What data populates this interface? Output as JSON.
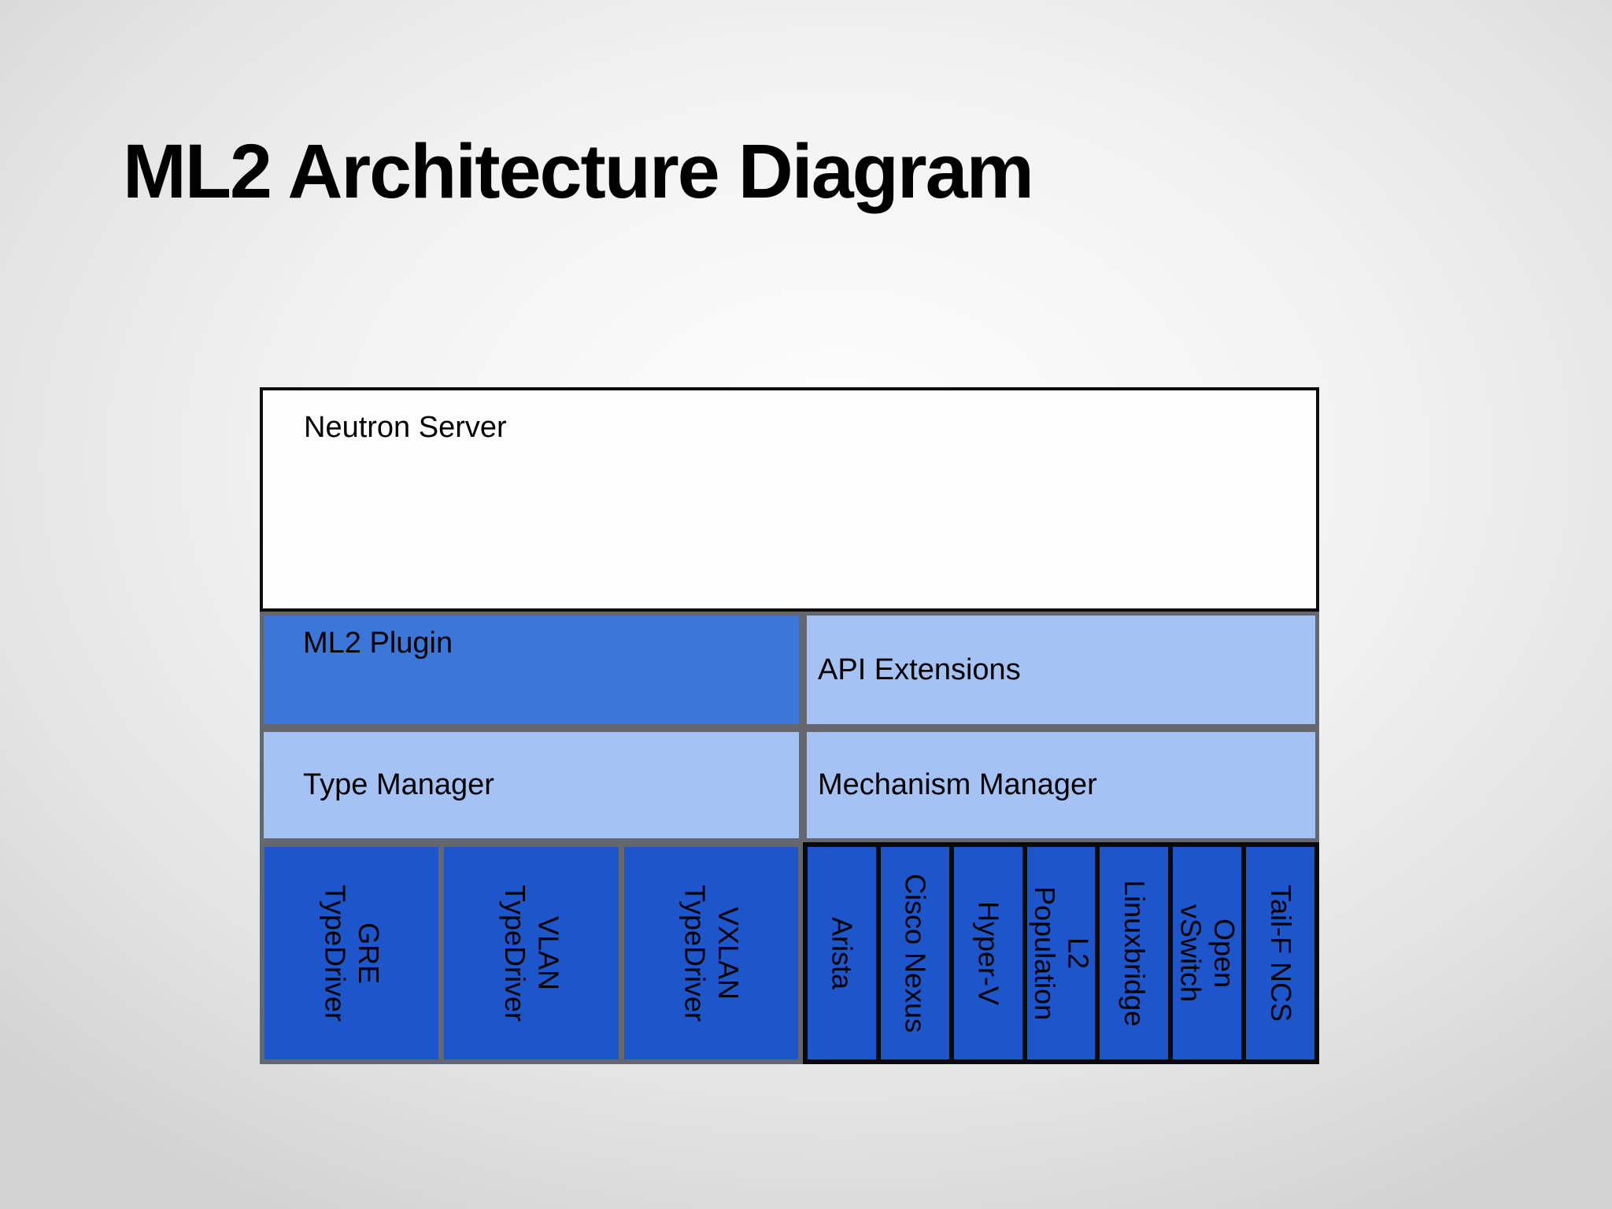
{
  "title": "ML2 Architecture Diagram",
  "diagram": {
    "neutron_server": {
      "label": "Neutron Server"
    },
    "ml2_plugin": {
      "label": "ML2 Plugin"
    },
    "api_extensions": {
      "label": "API Extensions"
    },
    "type_manager": {
      "label": "Type Manager"
    },
    "mechanism_manager": {
      "label": "Mechanism Manager"
    },
    "type_drivers": [
      {
        "label": "GRE\nTypeDriver"
      },
      {
        "label": "VLAN\nTypeDriver"
      },
      {
        "label": "VXLAN\nTypeDriver"
      }
    ],
    "mechanism_drivers": [
      {
        "label": "Arista"
      },
      {
        "label": "Cisco Nexus"
      },
      {
        "label": "Hyper-V"
      },
      {
        "label": "L2\nPopulation"
      },
      {
        "label": "Linuxbridge"
      },
      {
        "label": "Open\nvSwitch"
      },
      {
        "label": "Tail-F NCS"
      }
    ],
    "colors": {
      "plugin_blue": "#3b77d8",
      "light_blue": "#a4c2f4",
      "driver_blue": "#1d55cb",
      "border_gray": "#64686e",
      "border_black": "#0a0a0a",
      "neutron_white": "#fefefe",
      "text": "#000000"
    }
  }
}
